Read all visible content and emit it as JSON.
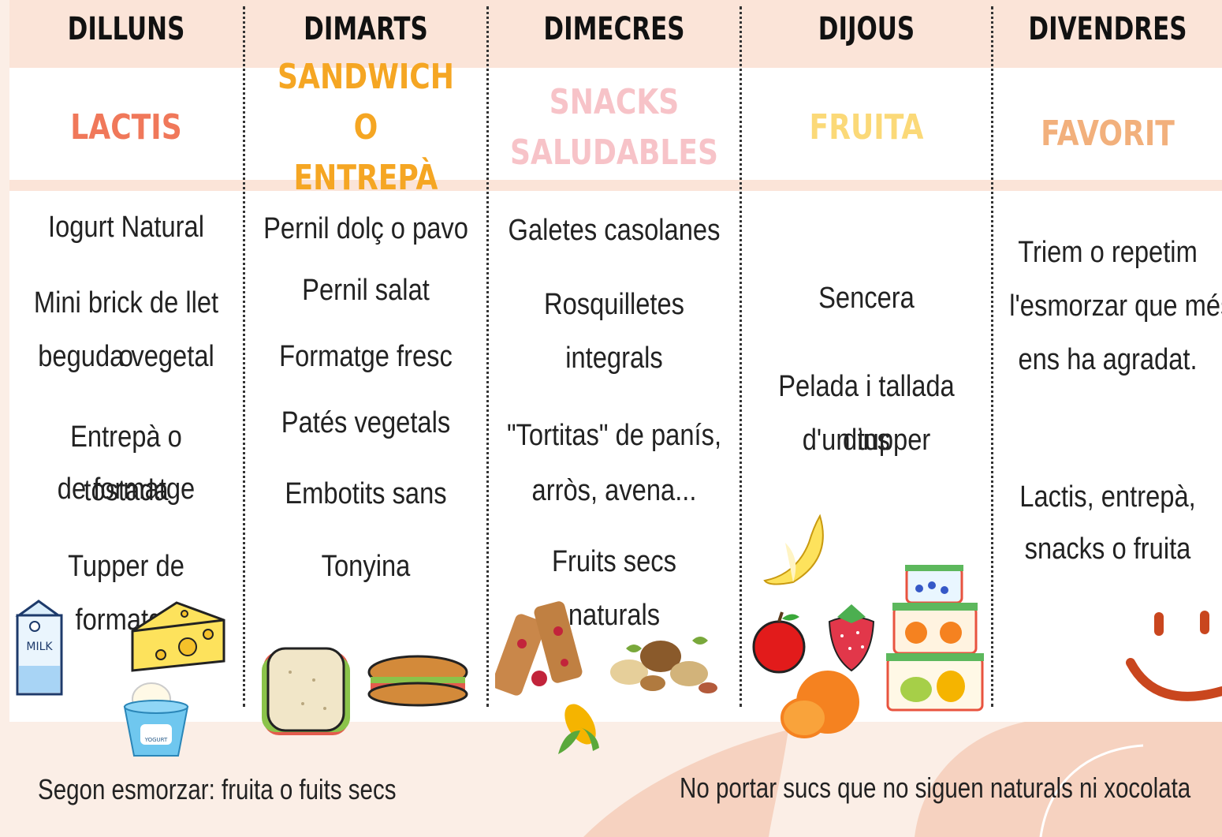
{
  "colors": {
    "lactis": "#f0785a",
    "sandwich": "#f5a623",
    "snacks": "#f7c3c8",
    "fruita": "#fbd978",
    "favorit": "#f2b07c"
  },
  "days": [
    {
      "name": "DILLUNS",
      "category": "LACTIS",
      "items": [
        "Iogurt Natural",
        "Mini brick de llet o",
        "beguda vegetal",
        "Entrepà o tostada",
        "de formatge",
        "Tupper de formatge"
      ]
    },
    {
      "name": "DIMARTS",
      "category": "SANDWICH O ENTREPÀ",
      "items": [
        "Pernil dolç o pavo",
        "Pernil salat",
        "Formatge fresc",
        "Patés vegetals",
        "Embotits sans",
        "Tonyina"
      ]
    },
    {
      "name": "DIMECRES",
      "category": "SNACKS SALUDABLES",
      "items": [
        "Galetes casolanes",
        "Rosquilletes",
        "integrals",
        "\"Tortitas\" de panís,",
        "arròs, avena...",
        "Fruits secs naturals"
      ]
    },
    {
      "name": "DIJOUS",
      "category": "FRUITA",
      "items": [
        "Sencera",
        "Pelada i tallada dins",
        "d'un tupper"
      ]
    },
    {
      "name": "DIVENDRES",
      "category": "FAVORIT",
      "items": [
        "Triem o repetim",
        "l'esmorzar que més",
        "ens ha agradat.",
        "Lactis, entrepà,",
        "snacks o fruita"
      ]
    }
  ],
  "footer": {
    "left": "Segon esmorzar: fruita o fuits secs",
    "right": "No portar sucs que no siguen naturals ni xocolata"
  },
  "images": {
    "milk_label": "MILK",
    "yogurt_label": "YOGURT"
  }
}
